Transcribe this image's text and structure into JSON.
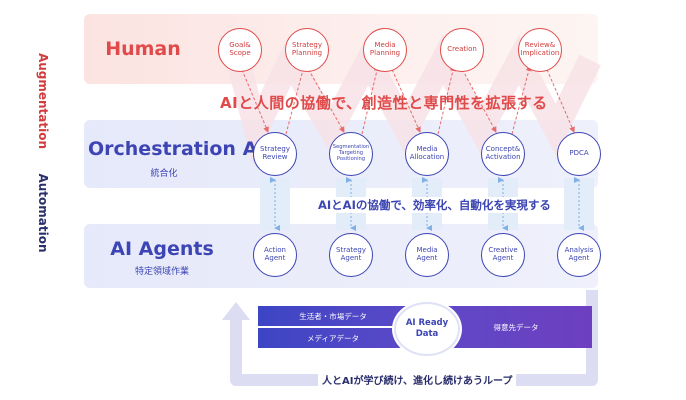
{
  "rows": {
    "human": {
      "title": "Human"
    },
    "orchestration": {
      "title": "Orchestration AI",
      "subtitle": "統合化"
    },
    "agents": {
      "title": "AI Agents",
      "subtitle": "特定領域作業"
    }
  },
  "side_labels": {
    "augmentation": "Augmentation",
    "automation": "Automation"
  },
  "human_nodes": [
    {
      "line1": "Goal&",
      "line2": "Scope"
    },
    {
      "line1": "Strategy",
      "line2": "Planning"
    },
    {
      "line1": "Media",
      "line2": "Planning"
    },
    {
      "line1": "Creation",
      "line2": ""
    },
    {
      "line1": "Review&",
      "line2": "Implication"
    }
  ],
  "orch_nodes": [
    {
      "line1": "Strategy",
      "line2": "Review",
      "line3": ""
    },
    {
      "line1": "Segmentation",
      "line2": "Targeting",
      "line3": "Positioning"
    },
    {
      "line1": "Media",
      "line2": "Allocation",
      "line3": ""
    },
    {
      "line1": "Concept&",
      "line2": "Activation",
      "line3": ""
    },
    {
      "line1": "PDCA",
      "line2": "",
      "line3": ""
    }
  ],
  "agent_nodes": [
    {
      "line1": "Action",
      "line2": "Agent"
    },
    {
      "line1": "Strategy",
      "line2": "Agent"
    },
    {
      "line1": "Media",
      "line2": "Agent"
    },
    {
      "line1": "Creative",
      "line2": "Agent"
    },
    {
      "line1": "Analysis",
      "line2": "Agent"
    }
  ],
  "headline": "AIと人間の協働で、創造性と専門性を拡張する",
  "midline": "AIとAIの協働で、効率化、自動化を実現する",
  "data": {
    "bar1": "生活者・市場データ",
    "bar2": "メディアデータ",
    "bar3": "得意先データ",
    "hub_line1": "AI Ready",
    "hub_line2": "Data"
  },
  "loop_text": "人とAIが学び続け、進化し続けあうループ",
  "colors": {
    "human": "#e04a4a",
    "ai": "#3c45b3",
    "data_bar": "#3c45c4",
    "data_bar_right": "#6d3fbf"
  }
}
